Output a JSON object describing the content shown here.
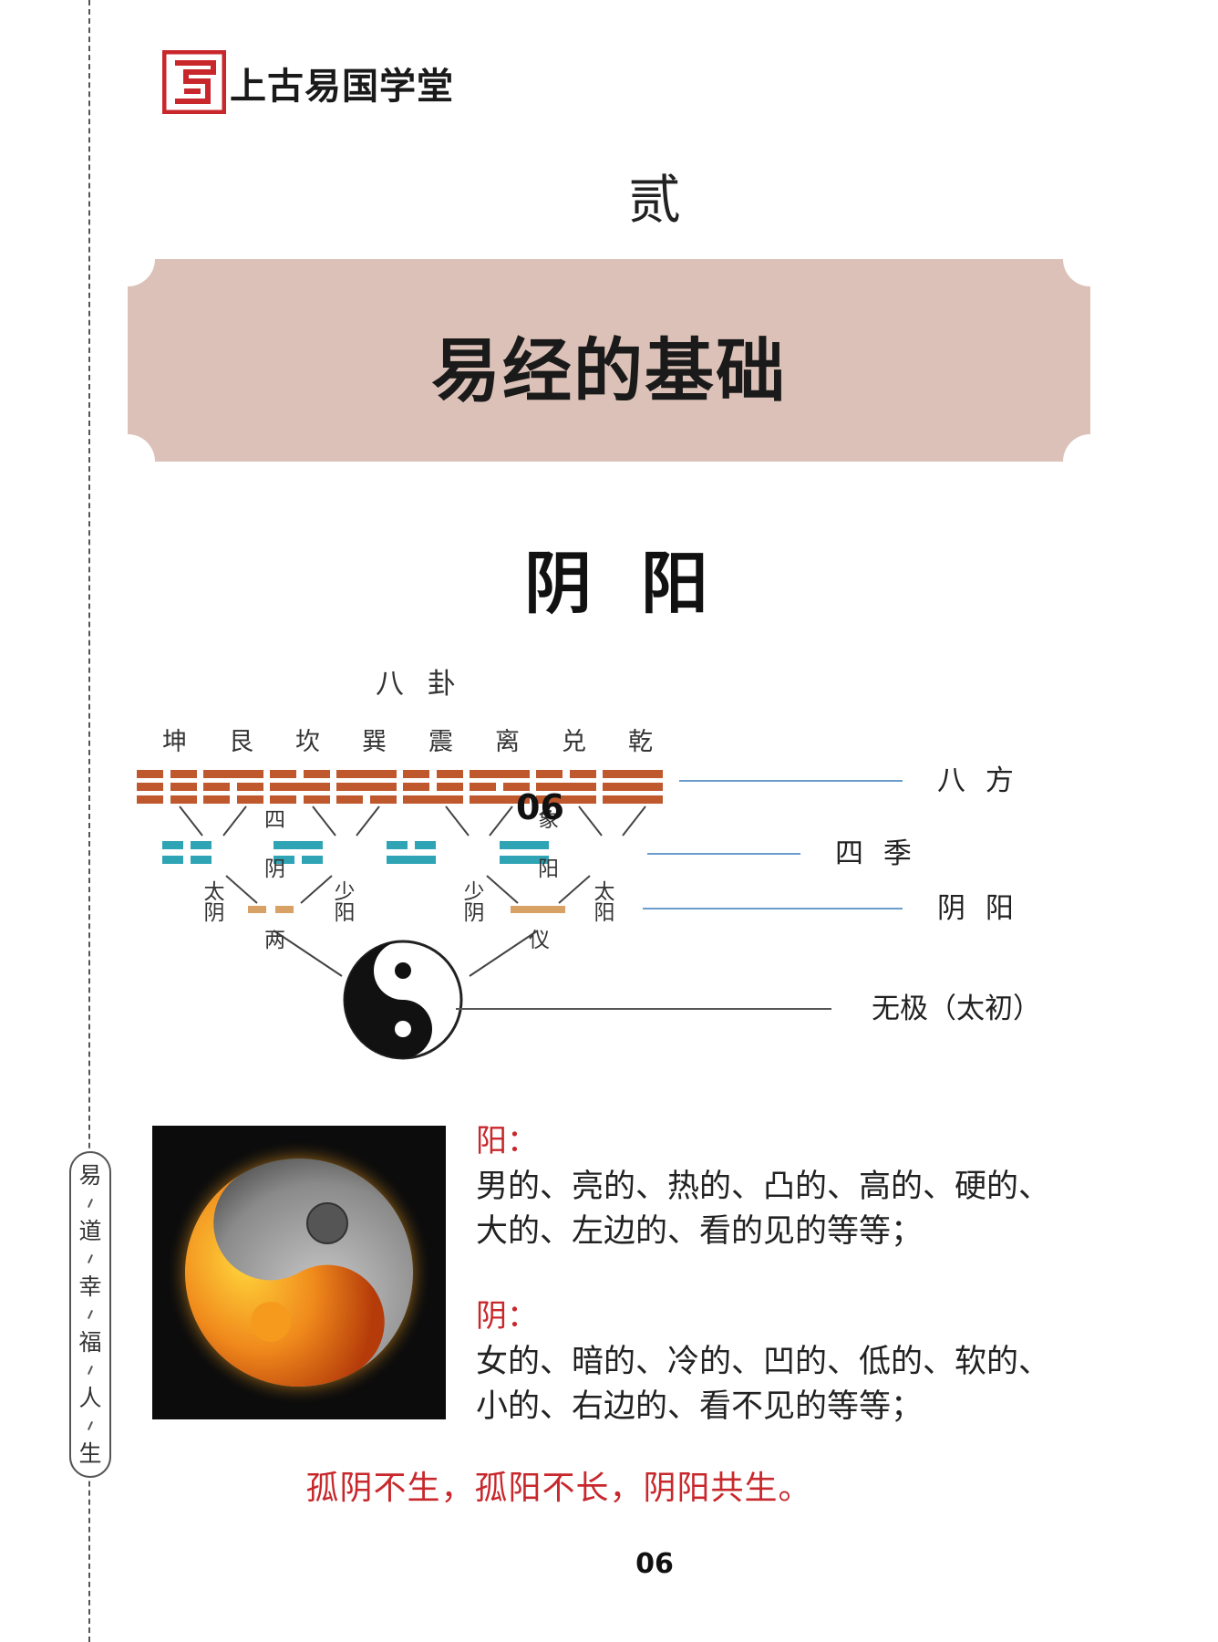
{
  "header": {
    "brand": "上古易国学堂"
  },
  "chapter_number": "贰",
  "banner": {
    "title": "易经的基础"
  },
  "section_title": "阴 阳",
  "diagram": {
    "top_label": "八 卦",
    "trigrams": [
      "坤",
      "艮",
      "坎",
      "巽",
      "震",
      "离",
      "兑",
      "乾"
    ],
    "sixiang_chars": [
      "四",
      "象"
    ],
    "sixiang_names": {
      "tai_yin": "太阴",
      "shao_yang": "少阳",
      "shao_yin": "少阴",
      "tai_yang": "太阳"
    },
    "liangyi_chars": [
      "两",
      "仪"
    ],
    "yin_char": "阴",
    "yang_char": "阳",
    "overlay_number": "06",
    "right_labels": [
      "八 方",
      "四 季",
      "阴 阳",
      "无极（太初）"
    ],
    "colors": {
      "trigram": "#c0582e",
      "sixiang": "#2fa4b4",
      "liangyi": "#d8a266",
      "line": "#6b9ccc"
    }
  },
  "yang_section": {
    "heading": "阳：",
    "line1": "男的、亮的、热的、凸的、高的、硬的、",
    "line2": "大的、左边的、看的见的等等；"
  },
  "yin_section": {
    "heading": "阴：",
    "line1": "女的、暗的、冷的、凹的、低的、软的、",
    "line2": "小的、右边的、看不见的等等；"
  },
  "motto": "孤阴不生，孤阳不长，阴阳共生。",
  "side_tag": [
    "易",
    "道",
    "幸",
    "福",
    "人",
    "生"
  ],
  "page_number": "06",
  "colors": {
    "banner_bg": "#dcc1b8",
    "accent_red": "#c8282c",
    "logo_red": "#c8282c"
  }
}
